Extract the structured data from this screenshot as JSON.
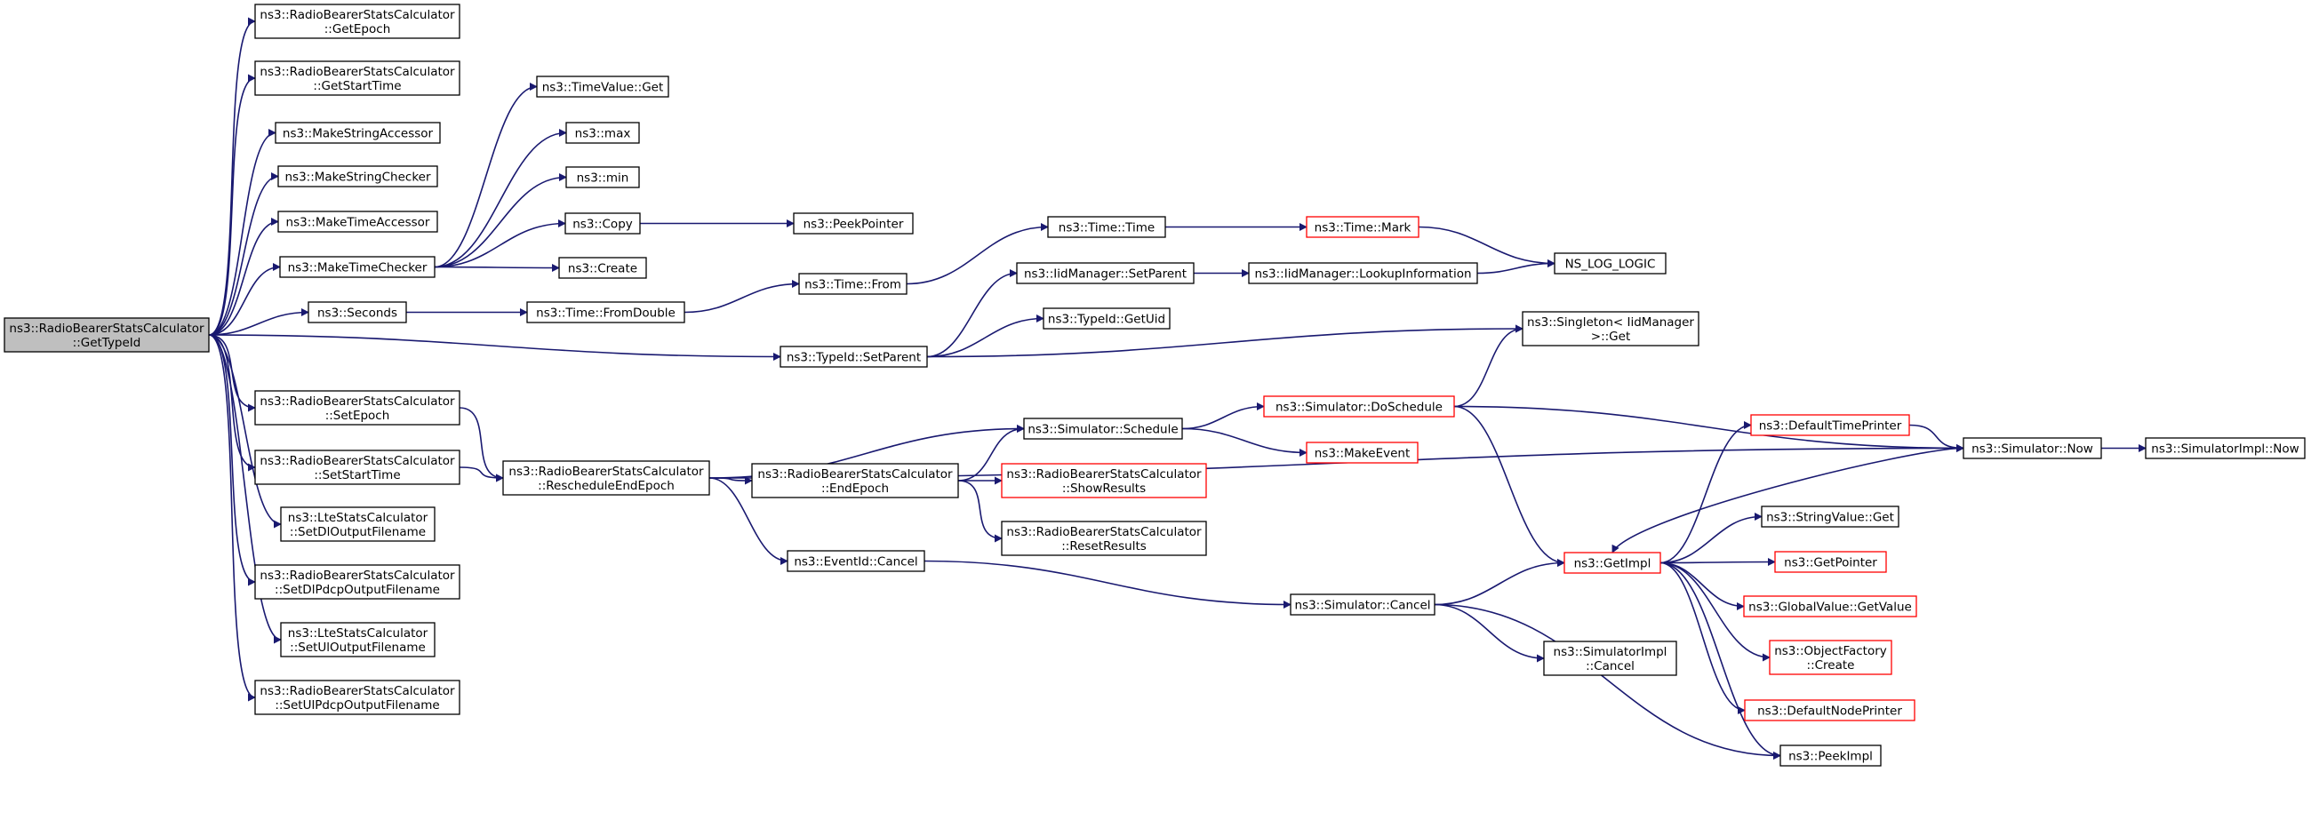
{
  "colors": {
    "edge": "#191970",
    "root_fill": "#bfbfbf",
    "truncated_border": "#ff0000",
    "node_border": "#000000"
  },
  "nodes": [
    {
      "id": "root",
      "lines": [
        "ns3::RadioBearerStatsCalculator",
        "::GetTypeId"
      ],
      "kind": "root"
    },
    {
      "id": "getEpoch",
      "lines": [
        "ns3::RadioBearerStatsCalculator",
        "::GetEpoch"
      ]
    },
    {
      "id": "getStartTime",
      "lines": [
        "ns3::RadioBearerStatsCalculator",
        "::GetStartTime"
      ]
    },
    {
      "id": "makeStringAccessor",
      "lines": [
        "ns3::MakeStringAccessor"
      ]
    },
    {
      "id": "makeStringChecker",
      "lines": [
        "ns3::MakeStringChecker"
      ]
    },
    {
      "id": "makeTimeAccessor",
      "lines": [
        "ns3::MakeTimeAccessor"
      ]
    },
    {
      "id": "makeTimeChecker",
      "lines": [
        "ns3::MakeTimeChecker"
      ]
    },
    {
      "id": "seconds",
      "lines": [
        "ns3::Seconds"
      ]
    },
    {
      "id": "setEpoch",
      "lines": [
        "ns3::RadioBearerStatsCalculator",
        "::SetEpoch"
      ]
    },
    {
      "id": "setStartTime",
      "lines": [
        "ns3::RadioBearerStatsCalculator",
        "::SetStartTime"
      ]
    },
    {
      "id": "lteSetDl",
      "lines": [
        "ns3::LteStatsCalculator",
        "::SetDlOutputFilename"
      ]
    },
    {
      "id": "setDlPdcp",
      "lines": [
        "ns3::RadioBearerStatsCalculator",
        "::SetDlPdcpOutputFilename"
      ]
    },
    {
      "id": "lteSetUl",
      "lines": [
        "ns3::LteStatsCalculator",
        "::SetUlOutputFilename"
      ]
    },
    {
      "id": "setUlPdcp",
      "lines": [
        "ns3::RadioBearerStatsCalculator",
        "::SetUlPdcpOutputFilename"
      ]
    },
    {
      "id": "timeValueGet",
      "lines": [
        "ns3::TimeValue::Get"
      ]
    },
    {
      "id": "max",
      "lines": [
        "ns3::max"
      ]
    },
    {
      "id": "min",
      "lines": [
        "ns3::min"
      ]
    },
    {
      "id": "copy",
      "lines": [
        "ns3::Copy"
      ]
    },
    {
      "id": "create",
      "lines": [
        "ns3::Create"
      ]
    },
    {
      "id": "timeFromDouble",
      "lines": [
        "ns3::Time::FromDouble"
      ]
    },
    {
      "id": "peekPointer",
      "lines": [
        "ns3::PeekPointer"
      ]
    },
    {
      "id": "timeFrom",
      "lines": [
        "ns3::Time::From"
      ]
    },
    {
      "id": "timeTime",
      "lines": [
        "ns3::Time::Time"
      ]
    },
    {
      "id": "timeMark",
      "lines": [
        "ns3::Time::Mark"
      ],
      "kind": "trunc"
    },
    {
      "id": "nsLogLogic",
      "lines": [
        "NS_LOG_LOGIC"
      ]
    },
    {
      "id": "iidSetParent",
      "lines": [
        "ns3::IidManager::SetParent"
      ]
    },
    {
      "id": "iidLookup",
      "lines": [
        "ns3::IidManager::LookupInformation"
      ]
    },
    {
      "id": "typeIdGetUid",
      "lines": [
        "ns3::TypeId::GetUid"
      ]
    },
    {
      "id": "typeIdSetParent",
      "lines": [
        "ns3::TypeId::SetParent"
      ]
    },
    {
      "id": "singletonGet",
      "lines": [
        "ns3::Singleton< IidManager",
        ">::Get"
      ]
    },
    {
      "id": "reschedule",
      "lines": [
        "ns3::RadioBearerStatsCalculator",
        "::RescheduleEndEpoch"
      ]
    },
    {
      "id": "simSchedule",
      "lines": [
        "ns3::Simulator::Schedule"
      ]
    },
    {
      "id": "doSchedule",
      "lines": [
        "ns3::Simulator::DoSchedule"
      ],
      "kind": "trunc"
    },
    {
      "id": "makeEvent",
      "lines": [
        "ns3::MakeEvent"
      ],
      "kind": "trunc"
    },
    {
      "id": "endEpoch",
      "lines": [
        "ns3::RadioBearerStatsCalculator",
        "::EndEpoch"
      ]
    },
    {
      "id": "showResults",
      "lines": [
        "ns3::RadioBearerStatsCalculator",
        "::ShowResults"
      ],
      "kind": "trunc"
    },
    {
      "id": "resetResults",
      "lines": [
        "ns3::RadioBearerStatsCalculator",
        "::ResetResults"
      ]
    },
    {
      "id": "eventCancel",
      "lines": [
        "ns3::EventId::Cancel"
      ]
    },
    {
      "id": "simCancel",
      "lines": [
        "ns3::Simulator::Cancel"
      ]
    },
    {
      "id": "getImpl",
      "lines": [
        "ns3::GetImpl"
      ],
      "kind": "trunc"
    },
    {
      "id": "simImplCancel",
      "lines": [
        "ns3::SimulatorImpl",
        "::Cancel"
      ]
    },
    {
      "id": "defaultTimePrinter",
      "lines": [
        "ns3::DefaultTimePrinter"
      ],
      "kind": "trunc"
    },
    {
      "id": "simNow",
      "lines": [
        "ns3::Simulator::Now"
      ]
    },
    {
      "id": "simImplNow",
      "lines": [
        "ns3::SimulatorImpl::Now"
      ]
    },
    {
      "id": "stringValueGet",
      "lines": [
        "ns3::StringValue::Get"
      ]
    },
    {
      "id": "getPointer",
      "lines": [
        "ns3::GetPointer"
      ],
      "kind": "trunc"
    },
    {
      "id": "globalValueGet",
      "lines": [
        "ns3::GlobalValue::GetValue"
      ],
      "kind": "trunc"
    },
    {
      "id": "objectFactoryCreate",
      "lines": [
        "ns3::ObjectFactory",
        "::Create"
      ],
      "kind": "trunc"
    },
    {
      "id": "defaultNodePrinter",
      "lines": [
        "ns3::DefaultNodePrinter"
      ],
      "kind": "trunc"
    },
    {
      "id": "peekImpl",
      "lines": [
        "ns3::PeekImpl"
      ]
    }
  ],
  "edges": [
    [
      "root",
      "getEpoch"
    ],
    [
      "root",
      "getStartTime"
    ],
    [
      "root",
      "makeStringAccessor"
    ],
    [
      "root",
      "makeStringChecker"
    ],
    [
      "root",
      "makeTimeAccessor"
    ],
    [
      "root",
      "makeTimeChecker"
    ],
    [
      "root",
      "seconds"
    ],
    [
      "root",
      "typeIdSetParent"
    ],
    [
      "root",
      "setEpoch"
    ],
    [
      "root",
      "setStartTime"
    ],
    [
      "root",
      "lteSetDl"
    ],
    [
      "root",
      "setDlPdcp"
    ],
    [
      "root",
      "lteSetUl"
    ],
    [
      "root",
      "setUlPdcp"
    ],
    [
      "makeTimeChecker",
      "timeValueGet"
    ],
    [
      "makeTimeChecker",
      "max"
    ],
    [
      "makeTimeChecker",
      "min"
    ],
    [
      "makeTimeChecker",
      "copy"
    ],
    [
      "makeTimeChecker",
      "create"
    ],
    [
      "copy",
      "peekPointer"
    ],
    [
      "seconds",
      "timeFromDouble"
    ],
    [
      "timeFromDouble",
      "timeFrom"
    ],
    [
      "timeFrom",
      "timeTime"
    ],
    [
      "timeTime",
      "timeMark"
    ],
    [
      "timeMark",
      "nsLogLogic"
    ],
    [
      "typeIdSetParent",
      "iidSetParent"
    ],
    [
      "typeIdSetParent",
      "typeIdGetUid"
    ],
    [
      "typeIdSetParent",
      "singletonGet"
    ],
    [
      "iidSetParent",
      "iidLookup"
    ],
    [
      "iidLookup",
      "nsLogLogic"
    ],
    [
      "setEpoch",
      "reschedule"
    ],
    [
      "setStartTime",
      "reschedule"
    ],
    [
      "reschedule",
      "simSchedule"
    ],
    [
      "reschedule",
      "endEpoch"
    ],
    [
      "reschedule",
      "eventCancel"
    ],
    [
      "reschedule",
      "simNow"
    ],
    [
      "endEpoch",
      "simSchedule"
    ],
    [
      "endEpoch",
      "showResults"
    ],
    [
      "endEpoch",
      "resetResults"
    ],
    [
      "simSchedule",
      "doSchedule"
    ],
    [
      "simSchedule",
      "makeEvent"
    ],
    [
      "doSchedule",
      "singletonGet"
    ],
    [
      "doSchedule",
      "simNow"
    ],
    [
      "doSchedule",
      "getImpl"
    ],
    [
      "eventCancel",
      "simCancel"
    ],
    [
      "simCancel",
      "getImpl"
    ],
    [
      "simCancel",
      "simImplCancel"
    ],
    [
      "simCancel",
      "peekImpl"
    ],
    [
      "getImpl",
      "defaultTimePrinter"
    ],
    [
      "getImpl",
      "stringValueGet"
    ],
    [
      "getImpl",
      "getPointer"
    ],
    [
      "getImpl",
      "globalValueGet"
    ],
    [
      "getImpl",
      "objectFactoryCreate"
    ],
    [
      "getImpl",
      "defaultNodePrinter"
    ],
    [
      "getImpl",
      "peekImpl"
    ],
    [
      "defaultTimePrinter",
      "simNow"
    ],
    [
      "simNow",
      "getImpl"
    ],
    [
      "simNow",
      "simImplNow"
    ]
  ]
}
